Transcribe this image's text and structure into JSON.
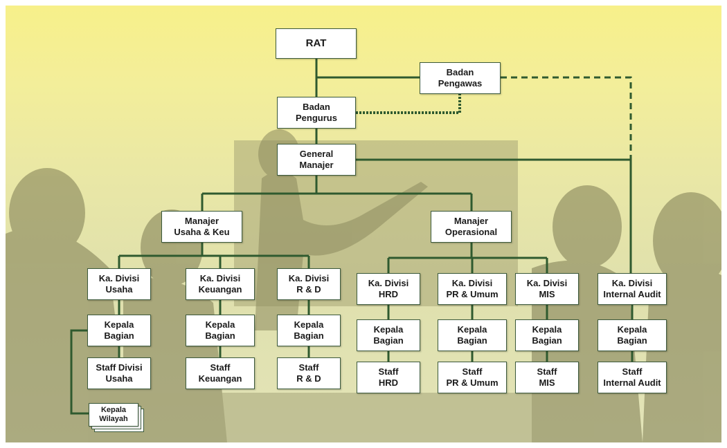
{
  "nodes": {
    "rat": [
      "RAT"
    ],
    "pengawas": [
      "Badan",
      "Pengawas"
    ],
    "pengurus": [
      "Badan",
      "Pengurus"
    ],
    "gm": [
      "General",
      "Manajer"
    ],
    "mgr_usaha": [
      "Manajer",
      "Usaha & Keu"
    ],
    "mgr_ops": [
      "Manajer",
      "Operasional"
    ],
    "div_usaha": [
      "Ka. Divisi",
      "Usaha"
    ],
    "div_keu": [
      "Ka. Divisi",
      "Keuangan"
    ],
    "div_rd": [
      "Ka. Divisi",
      "R & D"
    ],
    "div_hrd": [
      "Ka. Divisi",
      "HRD"
    ],
    "div_pr": [
      "Ka. Divisi",
      "PR & Umum"
    ],
    "div_mis": [
      "Ka. Divisi",
      "MIS"
    ],
    "div_audit": [
      "Ka. Divisi",
      "Internal Audit"
    ],
    "kb_usaha": [
      "Kepala",
      "Bagian"
    ],
    "kb_keu": [
      "Kepala",
      "Bagian"
    ],
    "kb_rd": [
      "Kepala",
      "Bagian"
    ],
    "kb_hrd": [
      "Kepala",
      "Bagian"
    ],
    "kb_pr": [
      "Kepala",
      "Bagian"
    ],
    "kb_mis": [
      "Kepala",
      "Bagian"
    ],
    "kb_audit": [
      "Kepala",
      "Bagian"
    ],
    "st_usaha": [
      "Staff Divisi",
      "Usaha"
    ],
    "st_keu": [
      "Staff",
      "Keuangan"
    ],
    "st_rd": [
      "Staff",
      "R & D"
    ],
    "st_hrd": [
      "Staff",
      "HRD"
    ],
    "st_pr": [
      "Staff",
      "PR & Umum"
    ],
    "st_mis": [
      "Staff",
      "MIS"
    ],
    "st_audit": [
      "Staff",
      "Internal Audit"
    ],
    "wilayah": [
      "Kepala",
      "Wilayah"
    ]
  },
  "colors": {
    "connector": "#2f5a2f",
    "box_border": "#3c5a3c",
    "silhouette": "#8c8a5e"
  }
}
